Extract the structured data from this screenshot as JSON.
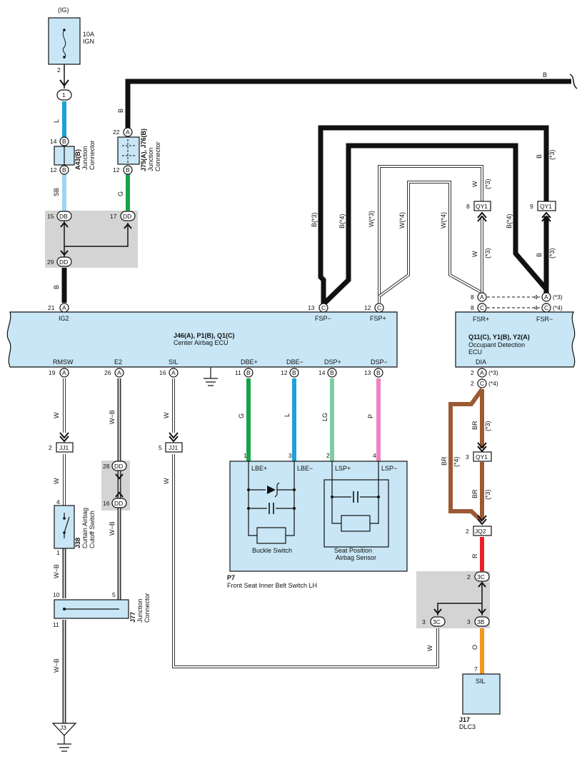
{
  "fuse": {
    "supply": "(IG)",
    "rating": "10A",
    "name": "IGN",
    "pin": "2"
  },
  "far_wire": {
    "color": "B"
  },
  "junction_a43": {
    "code": "A43(B)",
    "desc1": "Junction",
    "desc2": "Connector",
    "pin_top": "14",
    "pin_bottom": "12",
    "pin_top_label": "B",
    "pin_bottom_label": "B"
  },
  "junction_j75": {
    "code": "J75(A), J76(B)",
    "desc1": "Junction",
    "desc2": "Connector",
    "pin_top": "22",
    "pin_bottom": "12",
    "pin_top_label": "A",
    "pin_bottom_label": "B"
  },
  "inline1": {
    "pin": "1"
  },
  "dd_block": {
    "left_pin": "15",
    "right_pin": "17",
    "bottom_pin": "29",
    "label": "DD",
    "left_label": "DB"
  },
  "ecu_center": {
    "code": "J46(A), P1(B), Q1(C)",
    "name": "Center Airbag ECU",
    "top_terminals": [
      {
        "num": "21",
        "conn": "A",
        "name": "IG2"
      },
      {
        "num": "13",
        "conn": "C",
        "name": "FSP−"
      },
      {
        "num": "12",
        "conn": "C",
        "name": "FSP+"
      }
    ],
    "bottom_terminals": [
      {
        "num": "19",
        "conn": "A",
        "name": "RMSW"
      },
      {
        "num": "26",
        "conn": "A",
        "name": "E2"
      },
      {
        "num": "16",
        "conn": "A",
        "name": "SIL"
      },
      {
        "num": "11",
        "conn": "B",
        "name": "DBE+"
      },
      {
        "num": "12",
        "conn": "B",
        "name": "DBE−"
      },
      {
        "num": "14",
        "conn": "B",
        "name": "DSP+"
      },
      {
        "num": "13",
        "conn": "B",
        "name": "DSP−"
      }
    ]
  },
  "ecu_occupant": {
    "code": "Q11(C), Y1(B), Y2(A)",
    "name1": "Occupant Detection",
    "name2": "ECU",
    "top_left": "FSR+",
    "top_right": "FSR−",
    "bottom": "DIA",
    "pins_top": [
      {
        "num": "8",
        "conn": "A",
        "right_num": "4",
        "right_conn": "A",
        "note": "(*3)"
      },
      {
        "num": "8",
        "conn": "C",
        "right_num": "4",
        "right_conn": "C",
        "note": "(*4)"
      }
    ],
    "pins_bottom": [
      {
        "num": "2",
        "conn": "A",
        "note": "(*3)"
      },
      {
        "num": "2",
        "conn": "C",
        "note": "(*4)"
      }
    ]
  },
  "wires": {
    "l": "L",
    "sb": "SB",
    "g": "G",
    "b": "B",
    "b2": "B",
    "b_s3": "B(*3)",
    "b_s4": "B(*4)",
    "w_s3": "W(*3)",
    "w_s4": "W(*4)",
    "w_s4b": "W(*4)",
    "w_top": "W",
    "s3_top": "(*3)",
    "w_mid": "W",
    "s3_mid": "(*3)",
    "b_s4r": "B(*4)",
    "b_right": "B",
    "s3_right": "(*3)",
    "b_right2": "B",
    "s3_right2": "(*3)",
    "w1": "W",
    "w2": "W",
    "w3": "W",
    "w4": "W",
    "wb1": "W−B",
    "wb2": "W−B",
    "wb3": "W−B",
    "wb4": "W−B",
    "g2": "G",
    "l2": "L",
    "lg": "LG",
    "p": "P",
    "br1": "BR",
    "br_s3": "(*3)",
    "br2": "BR",
    "br_s4": "(*4)",
    "br3": "BR",
    "br_s3b": "(*3)",
    "r": "R",
    "o": "O",
    "w5": "W"
  },
  "qy1": {
    "left_pin": "8",
    "right_pin": "9",
    "label": "QY1",
    "mid_pin": "3"
  },
  "jj1": {
    "pin1": "2",
    "pin2": "5",
    "label": "JJ1"
  },
  "j38": {
    "code": "J38",
    "desc1": "Curtain Airbag",
    "desc2": "Cutoff Switch",
    "pin_top": "4",
    "pin_bottom": "1"
  },
  "dd_small": {
    "top": "28",
    "bottom": "16",
    "label": "DD"
  },
  "j77": {
    "code": "J77",
    "desc1": "Junction",
    "desc2": "Connector",
    "pin_a": "10",
    "pin_b": "11",
    "pin_c": "5"
  },
  "ground": {
    "label": "J3"
  },
  "p7": {
    "code": "P7",
    "name": "Front Seat Inner Belt Switch LH",
    "pins": [
      "1",
      "3",
      "2",
      "4"
    ],
    "names": [
      "LBE+",
      "LBE−",
      "LSP+",
      "LSP−"
    ],
    "buckle": "Buckle Switch",
    "sensor1": "Seat Position",
    "sensor2": "Airbag Sensor"
  },
  "jq2": {
    "pin": "2",
    "label": "JQ2"
  },
  "c3_block": {
    "top_pin": "2",
    "top_label": "3C",
    "left_pin": "3",
    "left_label": "3C",
    "right_pin": "3",
    "right_label": "3B"
  },
  "dlc": {
    "code": "J17",
    "name": "DLC3",
    "terminal": "SIL",
    "pin": "7"
  }
}
